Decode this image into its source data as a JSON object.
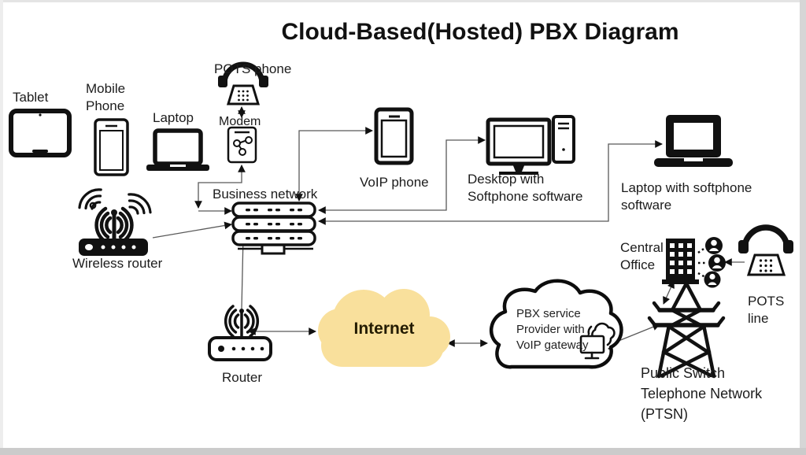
{
  "title": "Cloud-Based(Hosted) PBX Diagram",
  "labels": {
    "tablet": "Tablet",
    "mobile_phone": "Mobile\nPhone",
    "laptop": "Laptop",
    "pots_phone": "POTS phone",
    "modem": "Modem",
    "business_network": "Business network",
    "voip_phone": "VoIP phone",
    "desktop_softphone": "Desktop with\nSoftphone software",
    "laptop_softphone": "Laptop with softphone\nsoftware",
    "wireless_router": "Wireless router",
    "router": "Router",
    "internet": "Internet",
    "pbx_provider": "PBX service\nProvider with\nVoIP gateway",
    "central_office": "Central\nOffice",
    "pots_line": "POTS\nline",
    "pstn": "Public Switch\nTelephone Network\n(PTSN)"
  },
  "colors": {
    "ink": "#111111",
    "label_text": "#1c1c1c",
    "connector": "#595959",
    "internet_cloud_fill": "#F9E09C",
    "internet_text": "#241c02",
    "background": "#ffffff"
  },
  "connections": [
    {
      "from": "pots-phone",
      "to": "modem",
      "arrows": "both"
    },
    {
      "from": "modem",
      "to": "business-network",
      "arrows": "both"
    },
    {
      "from": "business-network",
      "to": "voip-phone",
      "arrows": "both"
    },
    {
      "from": "business-network",
      "to": "desktop-softphone",
      "arrows": "both"
    },
    {
      "from": "business-network",
      "to": "laptop-softphone",
      "arrows": "both"
    },
    {
      "from": "wireless-router",
      "to": "business-network",
      "arrows": "end"
    },
    {
      "from": "router",
      "to": "business-network",
      "arrows": "end"
    },
    {
      "from": "router",
      "to": "internet",
      "arrows": "both"
    },
    {
      "from": "internet",
      "to": "pbx-provider",
      "arrows": "both"
    },
    {
      "from": "pbx-provider",
      "to": "pstn-tower",
      "arrows": "end"
    },
    {
      "from": "pstn-tower",
      "to": "central-office",
      "arrows": "both"
    },
    {
      "from": "pots-line-phone",
      "to": "central-office-users",
      "arrows": "end"
    }
  ]
}
